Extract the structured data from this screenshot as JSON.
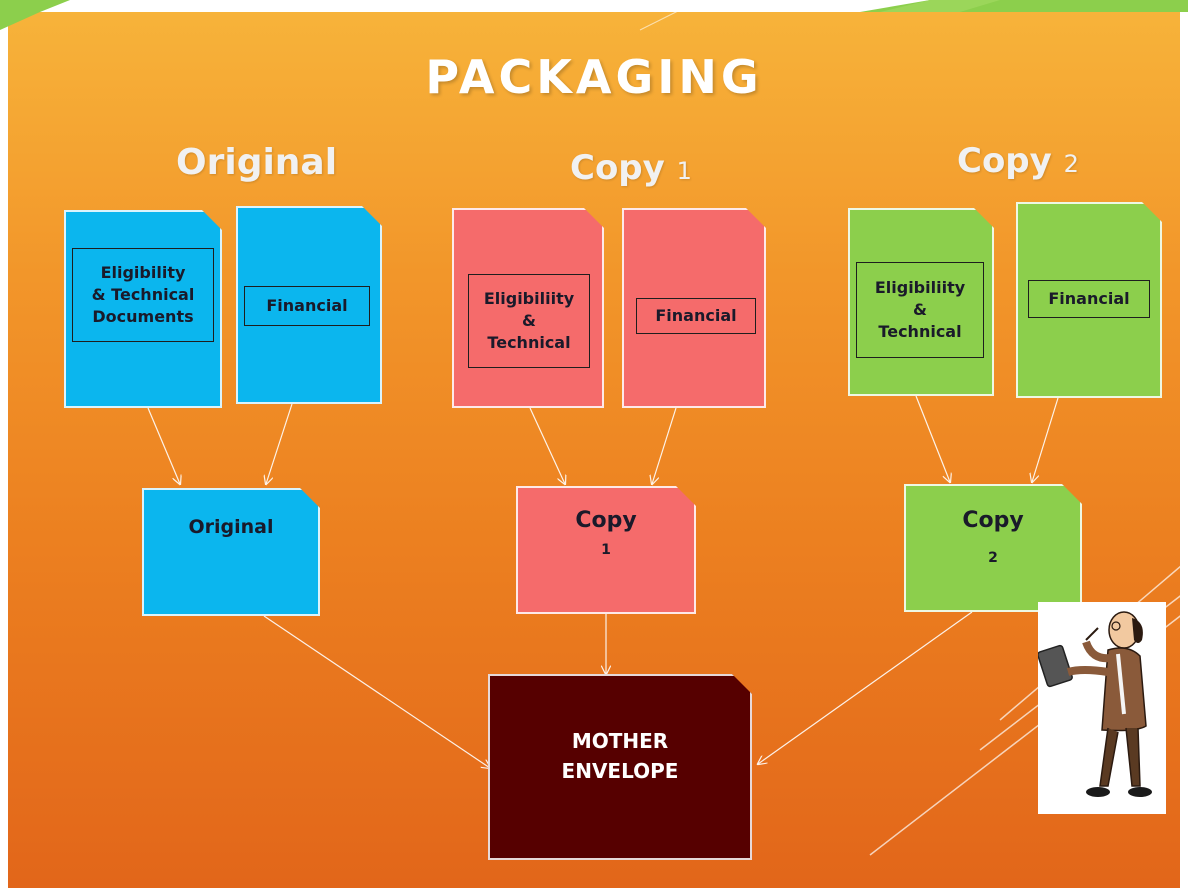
{
  "title": "PACKAGING",
  "columns": [
    {
      "heading_main": "Original",
      "heading_num": ""
    },
    {
      "heading_main": "Copy",
      "heading_num": "1"
    },
    {
      "heading_main": "Copy",
      "heading_num": "2"
    }
  ],
  "docs": {
    "original_eligibility": "Eligibility\n& Technical\nDocuments",
    "original_financial": "Financial",
    "copy1_eligibility": "Eligibiliity\n&\nTechnical",
    "copy1_financial": "Financial",
    "copy2_eligibility": "Eligibiliity\n&\nTechnical",
    "copy2_financial": "Financial"
  },
  "envelopes": {
    "original": "Original",
    "copy1_main": "Copy",
    "copy1_num": "1",
    "copy2_main": "Copy",
    "copy2_num": "2",
    "mother": "MOTHER\nENVELOPE"
  },
  "colors": {
    "original": "#0bb6ee",
    "copy1": "#f56b6b",
    "copy2": "#8ccf4c",
    "mother": "#560000",
    "background_top": "#f7b33a",
    "background_bottom": "#e2661a"
  },
  "icons": {
    "clipart": "person-with-clipboard-icon"
  }
}
